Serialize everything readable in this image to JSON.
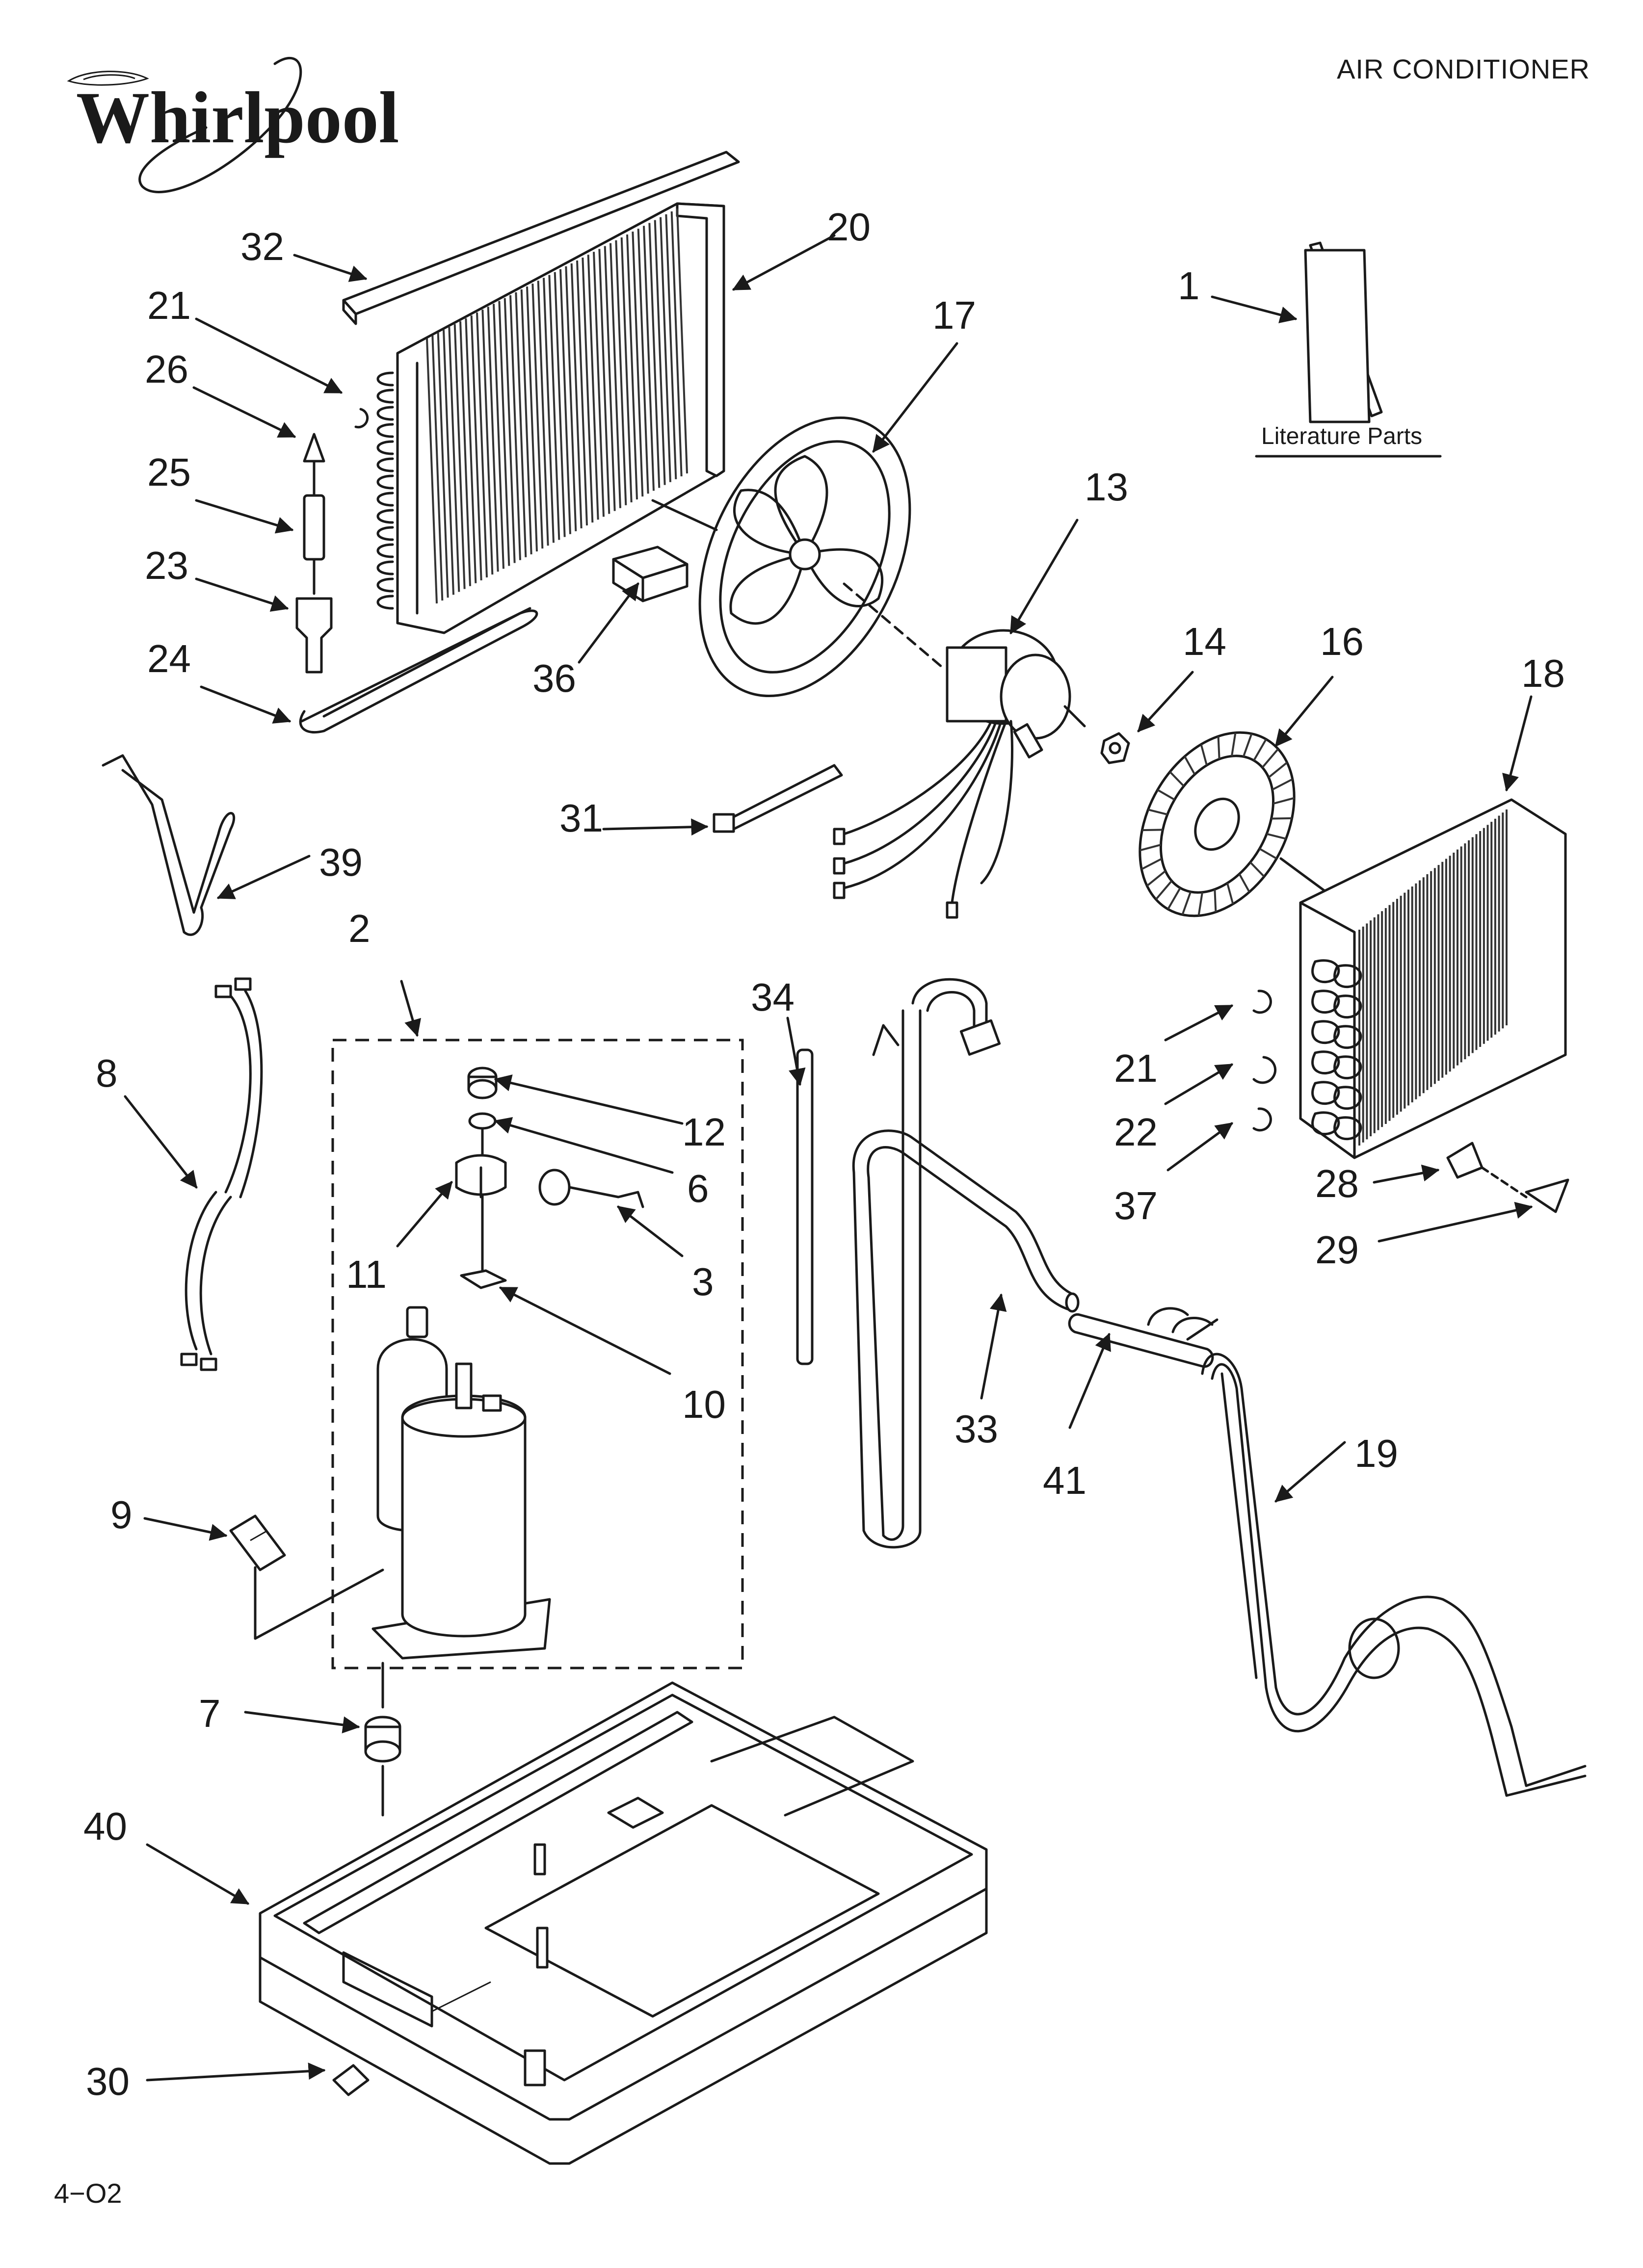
{
  "header": {
    "brand": "Whirlpool",
    "title": "AIR CONDITIONER"
  },
  "literature": {
    "label": "Literature Parts"
  },
  "footer": {
    "code": "4−O2"
  },
  "callouts": [
    "1",
    "2",
    "3",
    "6",
    "7",
    "8",
    "9",
    "10",
    "11",
    "12",
    "13",
    "14",
    "16",
    "17",
    "18",
    "19",
    "20",
    "21",
    "22",
    "23",
    "24",
    "25",
    "26",
    "28",
    "29",
    "30",
    "31",
    "32",
    "33",
    "34",
    "36",
    "37",
    "39",
    "40",
    "41"
  ]
}
